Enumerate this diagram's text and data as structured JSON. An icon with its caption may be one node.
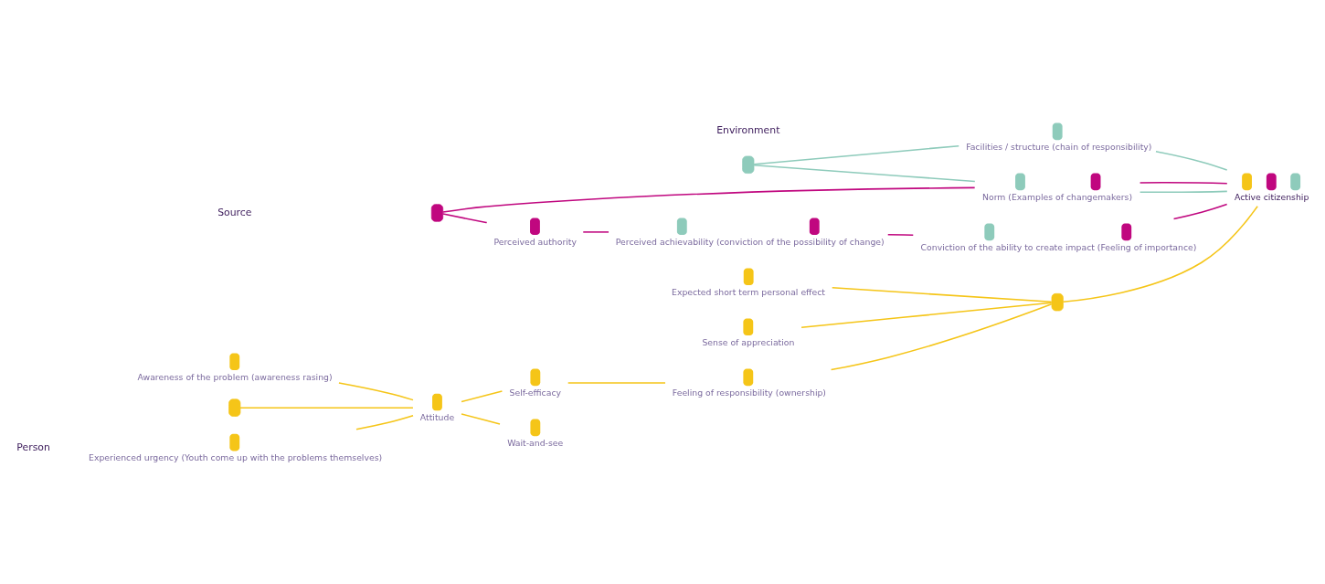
{
  "diagram": {
    "nodes": [
      {
        "text": [
          "Experienced urgency (Youth come up with the problems themselves)"
        ]
      },
      {
        "text": [
          "Awareness of the problem (awareness rasing)"
        ]
      },
      {
        "text": [
          "Expected short term personal effect"
        ]
      },
      {
        "text": [
          "Sense of appreciation"
        ]
      },
      {
        "text": [
          "Feeling of responsibility (ownership)"
        ]
      },
      {
        "text": [
          "Self-efficacy"
        ]
      },
      {
        "text": [],
        "shape": "wedge"
      },
      {
        "text": [
          "Attitude"
        ]
      },
      {
        "text": [],
        "shape": "wedge"
      },
      {
        "text": [
          "Wait-and-see"
        ]
      },
      {
        "text": [
          "Facilities / structure (chain of responsibility)"
        ]
      },
      {
        "text": [],
        "shape": "wedge"
      },
      {
        "text": [
          "Active citizenship"
        ]
      },
      {
        "text": [
          "Norm (Examples of changemakers)"
        ]
      },
      {
        "text": [],
        "shape": "wedge"
      },
      {
        "text": [
          "Perceived authority"
        ]
      },
      {
        "text": [
          "Perceived achievability (conviction of the possibility of change)"
        ]
      },
      {
        "text": [
          "Conviction of the ability to create impact (Feeling of importance)"
        ]
      }
    ],
    "edges": [
      {
        "from": 0,
        "to": 7,
        "arrow": "none",
        "color": "#f5c518"
      },
      {
        "from": 1,
        "to": 7,
        "arrow": "none",
        "color": "#f5c518"
      },
      {
        "from": 6,
        "to": 7,
        "arrow": "none",
        "color": "#f5c518"
      },
      {
        "from": 7,
        "to": 9,
        "arrow": "none",
        "color": "#f5c518"
      },
      {
        "from": 7,
        "to": 5,
        "arrow": "none",
        "color": "#f5c518"
      },
      {
        "from": 5,
        "to": 4,
        "arrow": "none",
        "color": "#f5c518"
      },
      {
        "from": 4,
        "to": 8,
        "arrow": "none",
        "color": "#f5c518"
      },
      {
        "from": 2,
        "to": 8,
        "arrow": "none",
        "color": "#f5c518"
      },
      {
        "from": 3,
        "to": 8,
        "arrow": "none",
        "color": "#f5c518"
      },
      {
        "from": 8,
        "to": 12,
        "arrow": "none",
        "color": "#f5c518"
      },
      {
        "from": 11,
        "to": 10,
        "arrow": "none",
        "color": "#8ecbbb"
      },
      {
        "from": 10,
        "to": 12,
        "arrow": "none",
        "color": "#8ecbbb"
      },
      {
        "from": 11,
        "to": 13,
        "arrow": "none",
        "color": "#8ecbbb"
      },
      {
        "from": 13,
        "to": 12,
        "arrow": "none",
        "color": "#8ecbbb"
      },
      {
        "from": 13,
        "to": 12,
        "arrow": "none",
        "color": "#c0077f"
      },
      {
        "from": 14,
        "to": 13,
        "arrow": "none",
        "color": "#c0077f"
      },
      {
        "from": 14,
        "to": 15,
        "arrow": "none",
        "color": "#c0077f"
      },
      {
        "from": 15,
        "to": 16,
        "arrow": "none",
        "color": "#c0077f"
      },
      {
        "from": 16,
        "to": 17,
        "arrow": "none",
        "color": "#c0077f"
      },
      {
        "from": 17,
        "to": 12,
        "arrow": "none",
        "color": "#c0077f"
      }
    ],
    "labels": [
      "Person",
      "Environment",
      "Source"
    ]
  }
}
